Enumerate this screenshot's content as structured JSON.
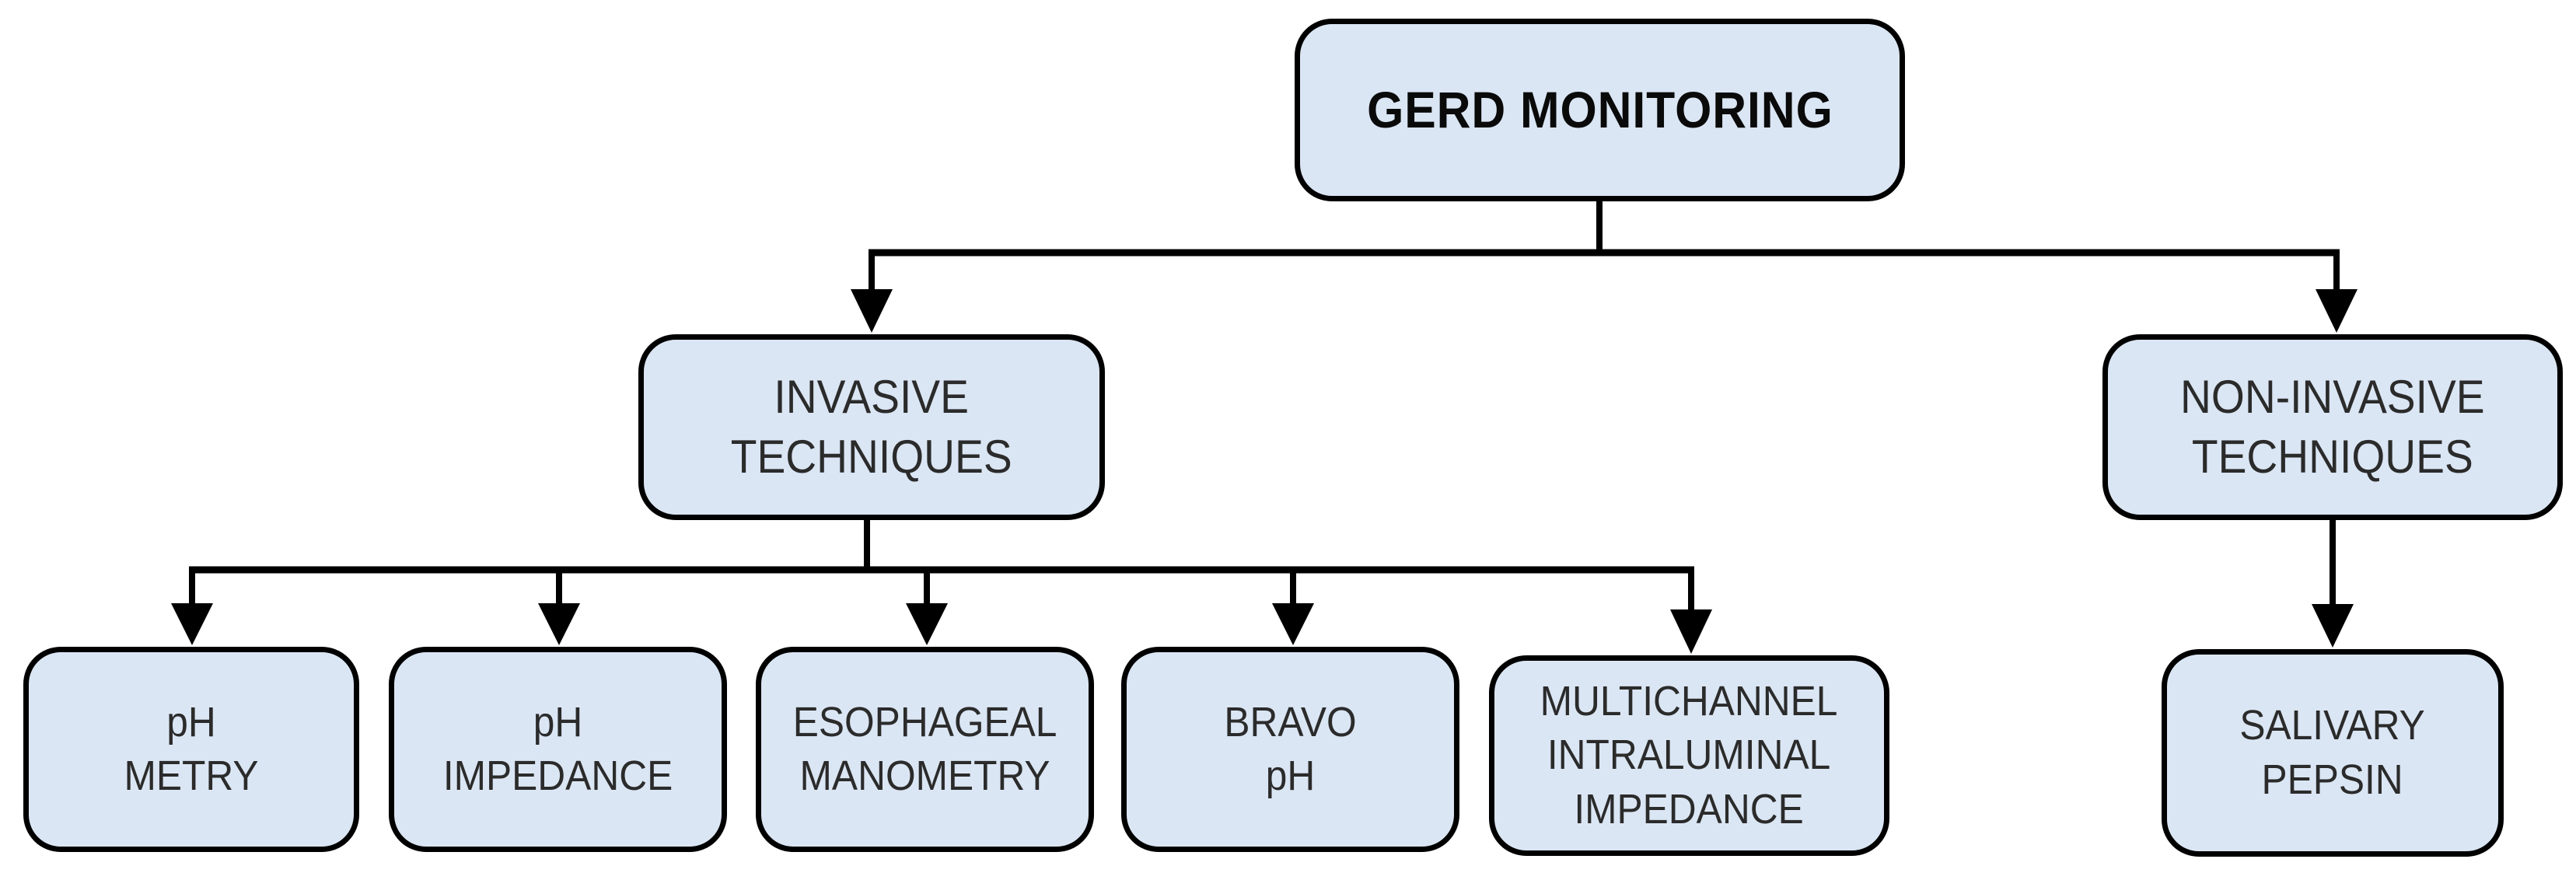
{
  "diagram": {
    "type": "flowchart",
    "root": {
      "label": "GERD MONITORING"
    },
    "branches": [
      {
        "label": "INVASIVE\nTECHNIQUES",
        "children": [
          {
            "label": "pH\nMETRY"
          },
          {
            "label": "pH\nIMPEDANCE"
          },
          {
            "label": "ESOPHAGEAL\nMANOMETRY"
          },
          {
            "label": "BRAVO\npH"
          },
          {
            "label": "MULTICHANNEL\nINTRALUMINAL\nIMPEDANCE"
          }
        ]
      },
      {
        "label": "NON-INVASIVE\nTECHNIQUES",
        "children": [
          {
            "label": "SALIVARY\nPEPSIN"
          }
        ]
      }
    ],
    "colors": {
      "background": "#ffffff",
      "node_fill": "#dbe6f4",
      "node_border": "#000000",
      "connector": "#000000",
      "text": "#2b2b2b",
      "root_text": "#0a0a0a"
    }
  }
}
